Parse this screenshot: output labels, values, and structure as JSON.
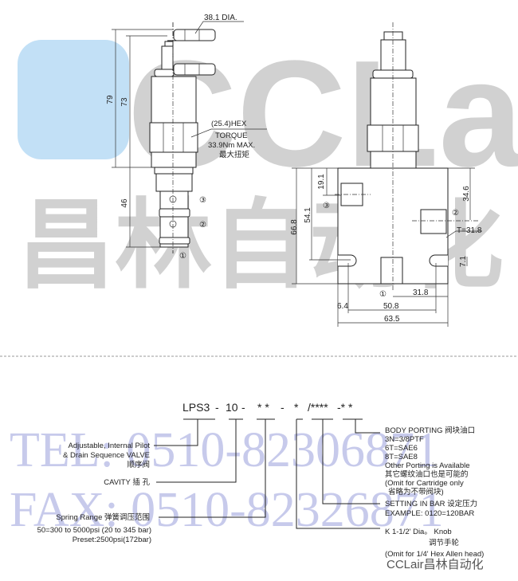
{
  "watermark": {
    "logo_text": "CCLair",
    "logo_cn": "昌林自动化",
    "tel": "TEL: 0510-82306871",
    "fax": "FAX: 0510-82326871",
    "brand_color": "#8fc6ee"
  },
  "cartridge_view": {
    "knob_dia": "38.1 DIA.",
    "dim_overall": "79",
    "dim_body": "73",
    "dim_lower": "46",
    "hex": "(25.4)HEX",
    "torque": "TORQUE",
    "torque_value": "33.9Nm MAX.",
    "torque_cn": "最大扭矩",
    "ports": [
      "①",
      "②",
      "③"
    ]
  },
  "block_view": {
    "dims": {
      "height": "66.8",
      "slot_height": "54.1",
      "port3_offset": "19.1",
      "port2_offset": "34.6",
      "thickness": "T=31.8",
      "slot_width": "7.1",
      "center_offset": "31.8",
      "slot_spacing": "50.8",
      "width": "63.5",
      "edge": "6.4"
    },
    "ports": [
      "①",
      "②",
      "③"
    ]
  },
  "ordering": {
    "code": [
      "LPS3",
      "-",
      "10",
      "-",
      "* *",
      "-",
      "*",
      "/****",
      "-* *"
    ],
    "left_labels": {
      "type_line1": "Adjustable, Internal Pilot",
      "type_line2": "& Drain Sequence VALVE",
      "type_cn": "顺序阀",
      "cavity": "CAVITY  插 孔",
      "spring": "Spring Range   弹簧调压范围",
      "spring_range": "50=300 to 5000psi (20 to 345 bar)",
      "preset": "Preset:2500psi(172bar)"
    },
    "right_labels": {
      "porting": "BODY PORTING 阀块油口",
      "porting_opts": [
        "3N=3/8PTF",
        "6T=SAE6",
        "8T=SAE8"
      ],
      "other": "Other Porting is Available",
      "other_cn": "其它螺纹油口也是可能的",
      "omit_cartridge": "(Omit for Cartridge only",
      "omit_cartridge_cn": "省略为不带阀块)",
      "setting": "SETTING IN BAR  设定压力",
      "example": "EXAMPLE:   0120=120BAR",
      "knob": "K    1-1/2' Dia。 Knob",
      "knob_cn": "调节手轮",
      "omit_knob": "(Omit for 1/4' Hex Allen head)"
    },
    "footer_brand": "CCLair昌林自动化"
  }
}
